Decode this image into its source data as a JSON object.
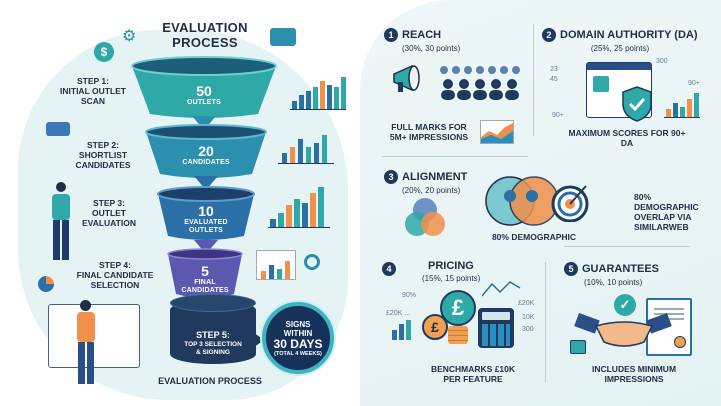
{
  "title": "EVALUATION PROCESS",
  "bottom_caption": "EVALUATION PROCESS",
  "funnel": {
    "stages": [
      {
        "step": "STEP 1:",
        "step_name": "INITIAL OUTLET SCAN",
        "count": "50",
        "label": "OUTLETS",
        "color": "#2fa8a8"
      },
      {
        "step": "STEP 2:",
        "step_name": "SHORTLIST CANDIDATES",
        "count": "20",
        "label": "CANDIDATES",
        "color": "#2d8fae"
      },
      {
        "step": "STEP 3:",
        "step_name": "OUTLET EVALUATION",
        "count": "10",
        "label": "EVALUATED OUTLETS",
        "color": "#2a6fa6"
      },
      {
        "step": "STEP 4:",
        "step_name": "FINAL CANDIDATE SELECTION",
        "count": "5",
        "label": "FINAL CANDIDATES",
        "color": "#5b58b0"
      }
    ],
    "final": {
      "step": "STEP 5:",
      "line1": "TOP 3 SELECTION",
      "line2": "& SIGNING"
    },
    "badge": {
      "line1": "SIGNS",
      "line2": "WITHIN",
      "line3": "30 DAYS",
      "line4": "(TOTAL 4 WEEKS)"
    }
  },
  "criteria": [
    {
      "num": "1",
      "title": "REACH",
      "weight": "(30%, 30 points)",
      "caption": "FULL MARKS FOR 5M+ IMPRESSIONS"
    },
    {
      "num": "2",
      "title": "DOMAIN AUTHORITY (DA)",
      "weight": "(25%, 25 points)",
      "caption": "MAXIMUM SCORES FOR 90+ DA",
      "chart_labels": [
        "23",
        "45",
        "90+",
        "300",
        "90+"
      ]
    },
    {
      "num": "3",
      "title": "ALIGNMENT",
      "weight": "(20%, 20 points)",
      "caption": "80% DEMOGRAPHIC",
      "side_note": "80% DEMOGRAPHIC OVERLAP VIA SIMILARWEB"
    },
    {
      "num": "4",
      "title": "PRICING",
      "weight": "(15%, 15 points)",
      "caption": "BENCHMARKS £10K PER FEATURE",
      "chart_labels": [
        "90%",
        "£20K ...",
        "£20K",
        "10K",
        "300"
      ]
    },
    {
      "num": "5",
      "title": "GUARANTEES",
      "weight": "(10%, 10 points)",
      "caption": "INCLUDES MINIMUM IMPRESSIONS"
    }
  ],
  "colors": {
    "navy": "#1f2d45",
    "teal": "#2fa8a8",
    "blue": "#2a6fa6",
    "purple": "#5b58b0",
    "orange": "#f0904a",
    "background": "#e6f3f5"
  }
}
